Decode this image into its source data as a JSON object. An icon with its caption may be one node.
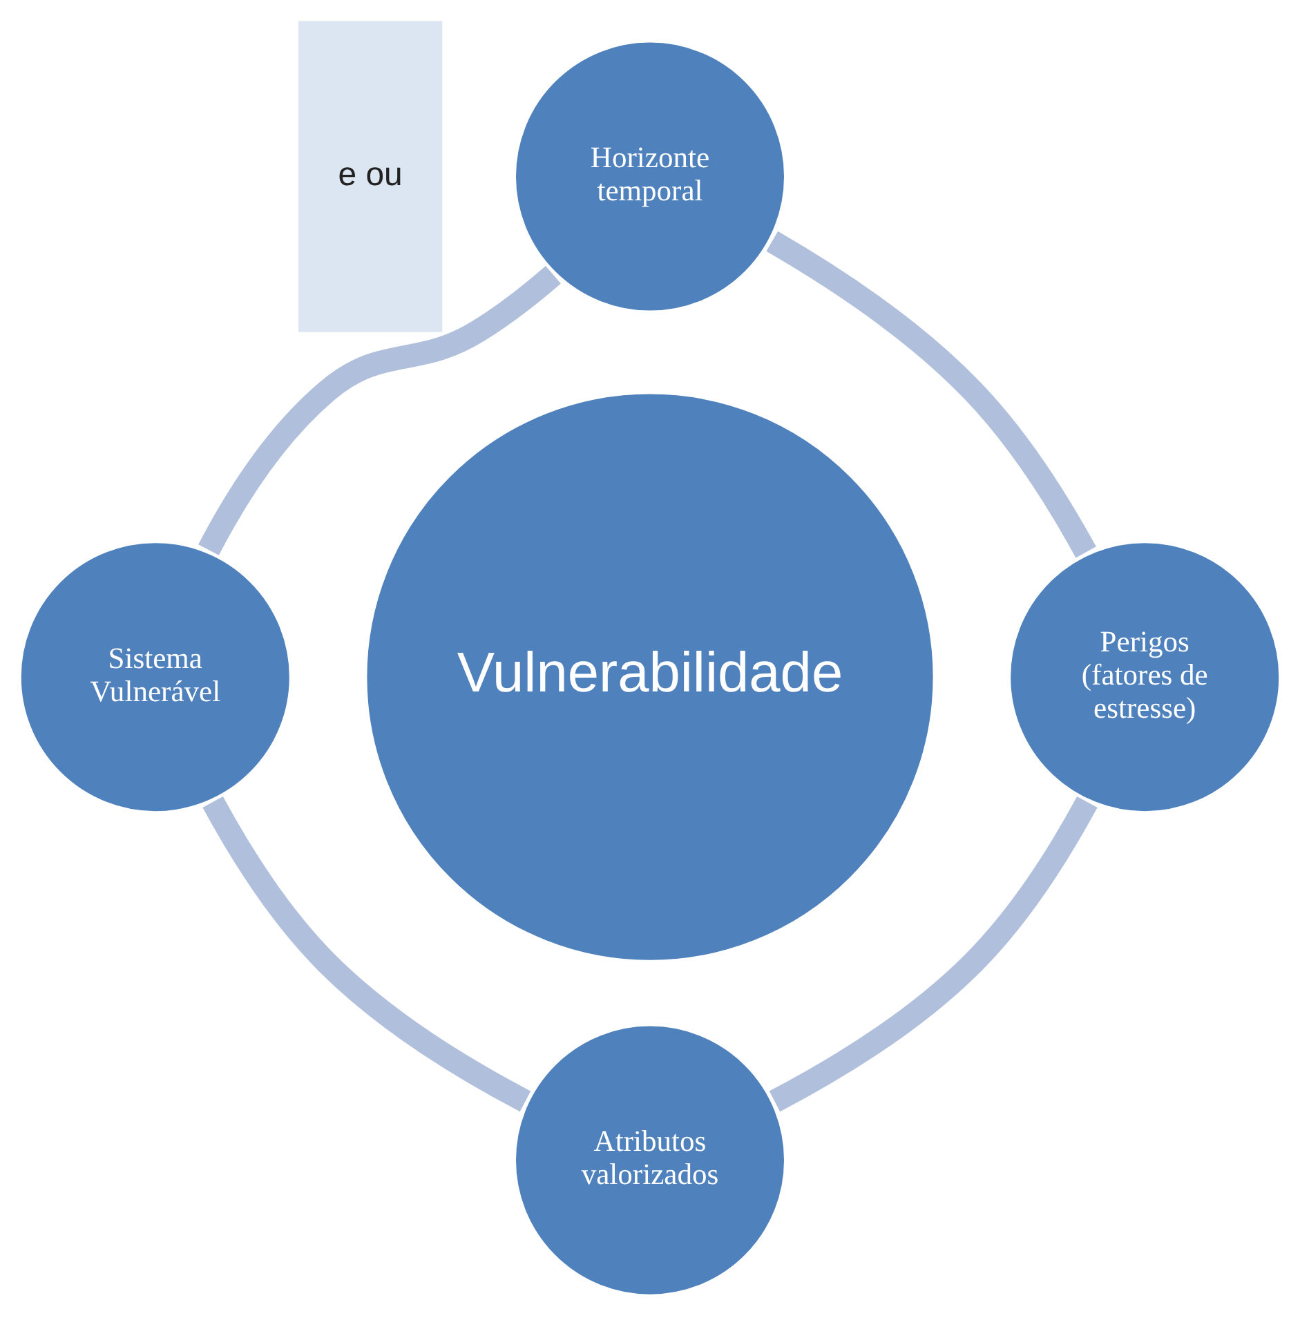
{
  "diagram": {
    "nodes": [
      {
        "text": [
          "e ou"
        ]
      },
      {
        "text": [
          "Horizonte temporal"
        ]
      },
      {
        "text": [
          "Sistema Vulnerável"
        ]
      },
      {
        "text": [
          "Vulnerabilidade"
        ]
      },
      {
        "text": [
          "Perigos (fatores de estresse)"
        ]
      },
      {
        "text": [
          "Atributos valorizados"
        ]
      }
    ],
    "edges": [
      {
        "from": 1,
        "to": 4,
        "arrow": "none"
      },
      {
        "from": 4,
        "to": 5,
        "arrow": "none"
      },
      {
        "from": 5,
        "to": 2,
        "arrow": "none"
      },
      {
        "from": 2,
        "to": 1,
        "arrow": "none"
      }
    ]
  }
}
